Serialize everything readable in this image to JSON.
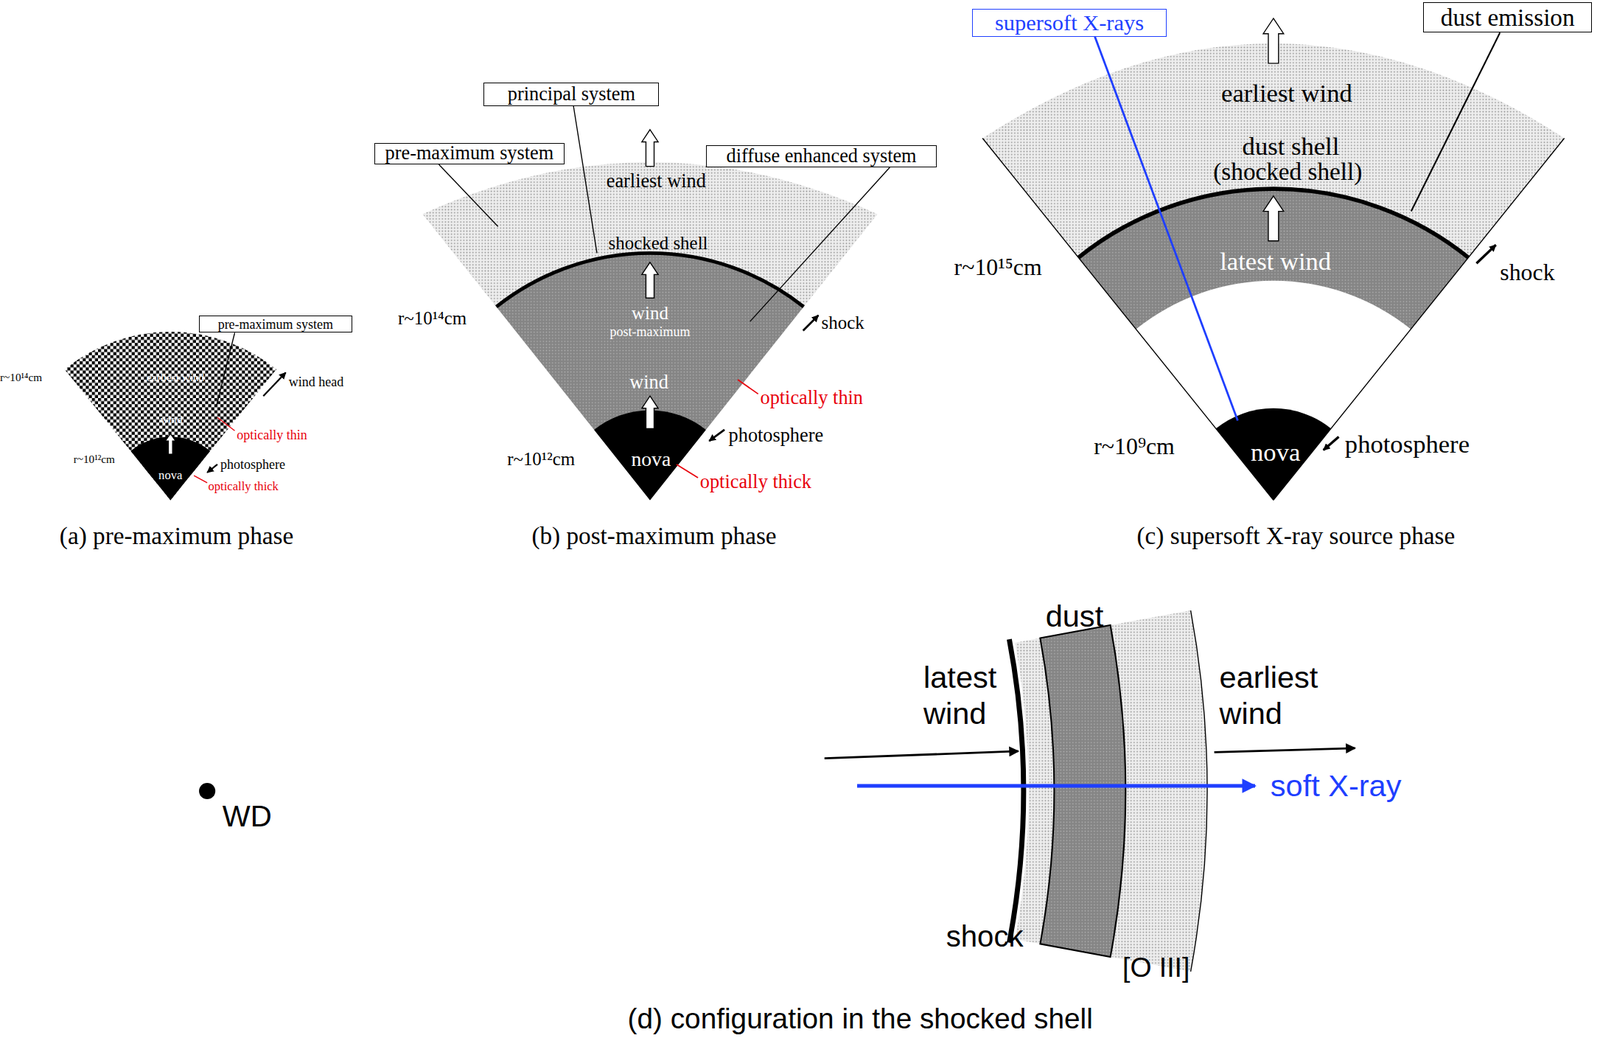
{
  "diagram": {
    "nodes": [
      {
        "text": [
          "pre-maximum system"
        ]
      },
      {
        "text": [
          "principal system"
        ]
      },
      {
        "text": [
          "pre-maximum system"
        ]
      },
      {
        "text": [
          "diffuse enhanced system"
        ]
      },
      {
        "text": [
          "supersoft X-rays"
        ]
      },
      {
        "text": [
          "dust emission"
        ]
      }
    ],
    "labels": [
      "r~10¹⁴cm",
      "earliest wind",
      "wind head",
      "wind",
      "optically thin",
      "r~10¹²cm",
      "photosphere",
      "nova",
      "optically thick",
      "(a) pre-maximum phase",
      "earliest wind",
      "shocked shell",
      "r~10¹⁴cm",
      "wind",
      "post-maximum",
      "shock",
      "wind",
      "optically thin",
      "photosphere",
      "r~10¹²cm",
      "nova",
      "optically thick",
      "(b) post-maximum phase",
      "earliest wind",
      "dust shell",
      "(shocked shell)",
      "latest wind",
      "r~10¹⁵cm",
      "shock",
      "r~10⁹cm",
      "nova",
      "photosphere",
      "(c) supersoft X-ray source phase",
      "WD",
      "dust",
      "latest wind",
      "earliest wind",
      "soft X-ray",
      "shock",
      "[O III]",
      "(d) configuration in the shocked shell"
    ]
  }
}
